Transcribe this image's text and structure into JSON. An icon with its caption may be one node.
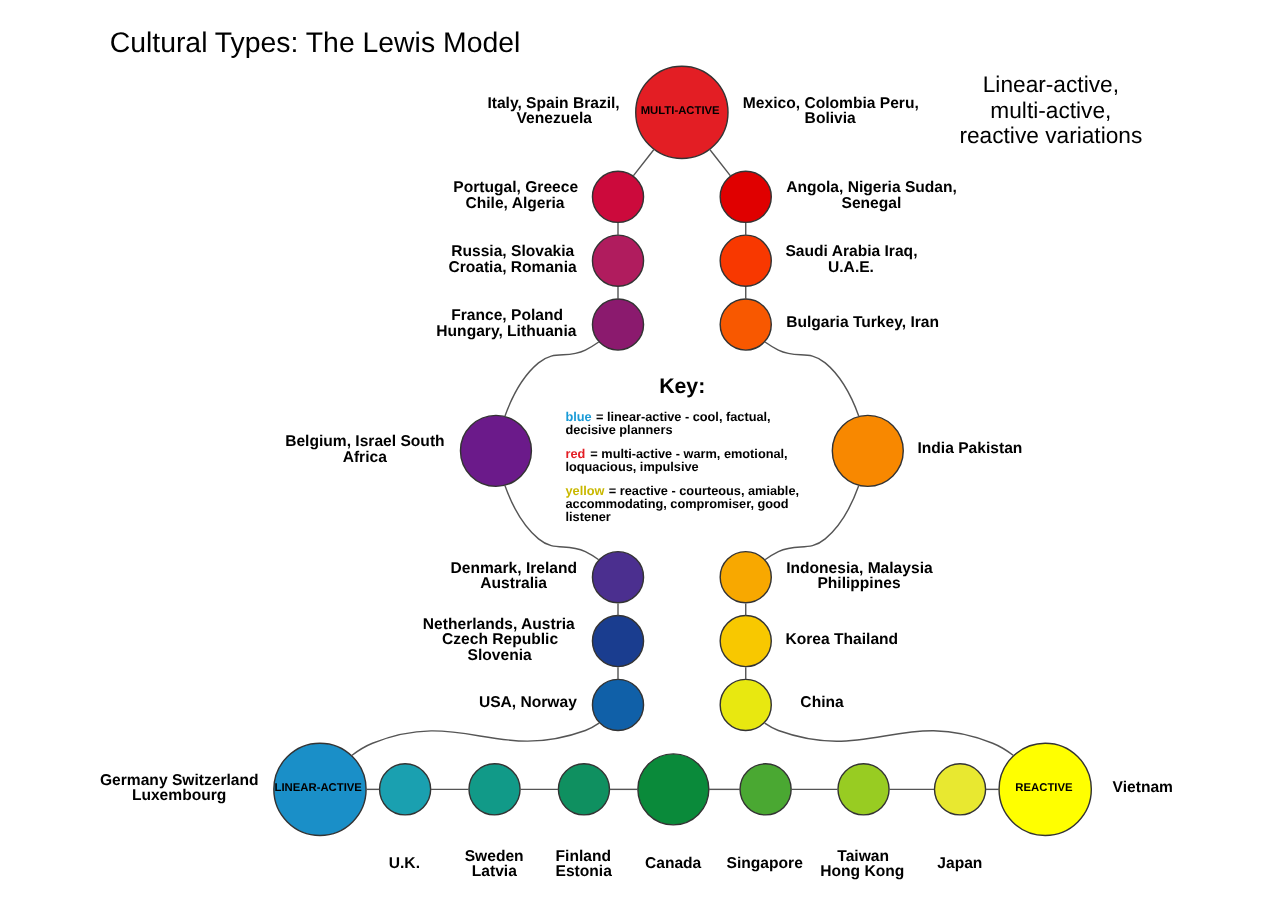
{
  "diagram": {
    "title": "Cultural Types: The Lewis Model",
    "nodes": [
      {
        "text": [
          "MULTI-ACTIVE"
        ],
        "beside": [
          "Italy, Spain Brazil, Venezuela",
          "Mexico, Colombia Peru, Bolivia"
        ]
      },
      {
        "text": [],
        "shape": "circle",
        "beside": [
          "Portugal, Greece Chile, Algeria"
        ]
      },
      {
        "text": [],
        "shape": "circle",
        "beside": [
          "Russia, Slovakia Croatia, Romania"
        ]
      },
      {
        "text": [],
        "shape": "circle",
        "beside": [
          "France, Poland Hungary, Lithuania"
        ]
      },
      {
        "text": [],
        "shape": "circle",
        "beside": [
          "Belgium, Israel South Africa"
        ]
      },
      {
        "text": [],
        "shape": "circle",
        "beside": [
          "Denmark, Ireland Australia"
        ]
      },
      {
        "text": [],
        "shape": "circle",
        "beside": [
          "Netherlands, Austria Czech Republic Slovenia"
        ]
      },
      {
        "text": [],
        "shape": "circle",
        "beside": [
          "USA, Norway"
        ]
      },
      {
        "text": [
          "LINEAR-ACTIVE"
        ],
        "beside": [
          "Germany Switzerland Luxembourg"
        ]
      },
      {
        "text": [],
        "shape": "circle",
        "beside": [
          "U.K."
        ]
      },
      {
        "text": [],
        "shape": "circle",
        "beside": [
          "Sweden Latvia"
        ]
      },
      {
        "text": [],
        "shape": "circle",
        "beside": [
          "Finland Estonia"
        ]
      },
      {
        "text": [],
        "shape": "circle",
        "beside": [
          "Canada"
        ]
      },
      {
        "text": [],
        "shape": "circle",
        "beside": [
          "Singapore"
        ]
      },
      {
        "text": [],
        "shape": "circle",
        "beside": [
          "Taiwan Hong Kong"
        ]
      },
      {
        "text": [],
        "shape": "circle",
        "beside": [
          "Japan"
        ]
      },
      {
        "text": [
          "REACTIVE"
        ],
        "beside": [
          "Vietnam"
        ]
      },
      {
        "text": [],
        "shape": "circle",
        "beside": [
          "China"
        ]
      },
      {
        "text": [],
        "shape": "circle",
        "beside": [
          "Korea Thailand"
        ]
      },
      {
        "text": [],
        "shape": "circle",
        "beside": [
          "Indonesia, Malaysia Philippines"
        ]
      },
      {
        "text": [],
        "shape": "circle",
        "beside": [
          "India Pakistan"
        ]
      },
      {
        "text": [],
        "shape": "circle",
        "beside": [
          "Bulgaria Turkey, Iran"
        ]
      },
      {
        "text": [],
        "shape": "circle",
        "beside": [
          "Saudi Arabia Iraq, U.A.E."
        ]
      },
      {
        "text": [],
        "shape": "circle",
        "beside": [
          "Angola, Nigeria Sudan, Senegal"
        ]
      }
    ],
    "edges": [
      {
        "from": 0,
        "to": 1,
        "arrow": "none"
      },
      {
        "from": 1,
        "to": 2,
        "arrow": "none"
      },
      {
        "from": 2,
        "to": 3,
        "arrow": "none"
      },
      {
        "from": 3,
        "to": 4,
        "arrow": "none"
      },
      {
        "from": 4,
        "to": 5,
        "arrow": "none"
      },
      {
        "from": 5,
        "to": 6,
        "arrow": "none"
      },
      {
        "from": 6,
        "to": 7,
        "arrow": "none"
      },
      {
        "from": 7,
        "to": 8,
        "arrow": "none"
      },
      {
        "from": 8,
        "to": 9,
        "arrow": "none"
      },
      {
        "from": 9,
        "to": 10,
        "arrow": "none"
      },
      {
        "from": 10,
        "to": 11,
        "arrow": "none"
      },
      {
        "from": 11,
        "to": 12,
        "arrow": "none"
      },
      {
        "from": 12,
        "to": 13,
        "arrow": "none"
      },
      {
        "from": 13,
        "to": 14,
        "arrow": "none"
      },
      {
        "from": 14,
        "to": 15,
        "arrow": "none"
      },
      {
        "from": 15,
        "to": 16,
        "arrow": "none"
      },
      {
        "from": 16,
        "to": 17,
        "arrow": "none"
      },
      {
        "from": 17,
        "to": 18,
        "arrow": "none"
      },
      {
        "from": 18,
        "to": 19,
        "arrow": "none"
      },
      {
        "from": 19,
        "to": 20,
        "arrow": "none"
      },
      {
        "from": 20,
        "to": 21,
        "arrow": "none"
      },
      {
        "from": 21,
        "to": 22,
        "arrow": "none"
      },
      {
        "from": 22,
        "to": 23,
        "arrow": "none"
      },
      {
        "from": 23,
        "to": 0,
        "arrow": "none"
      }
    ],
    "labels": [
      "Linear-active, multi-active, reactive variations",
      "Key:"
    ],
    "legend": [
      {
        "text": "blue = linear-active - cool, factual, decisive planners",
        "color": "#1a9bd7"
      },
      {
        "text": "red = multi-active - warm, emotional, loquacious, impulsive",
        "color": "#e31e24"
      },
      {
        "text": "yellow = reactive - courteous, amiable, accommodating, compromiser, good listener",
        "color": "#c9b800"
      }
    ]
  }
}
